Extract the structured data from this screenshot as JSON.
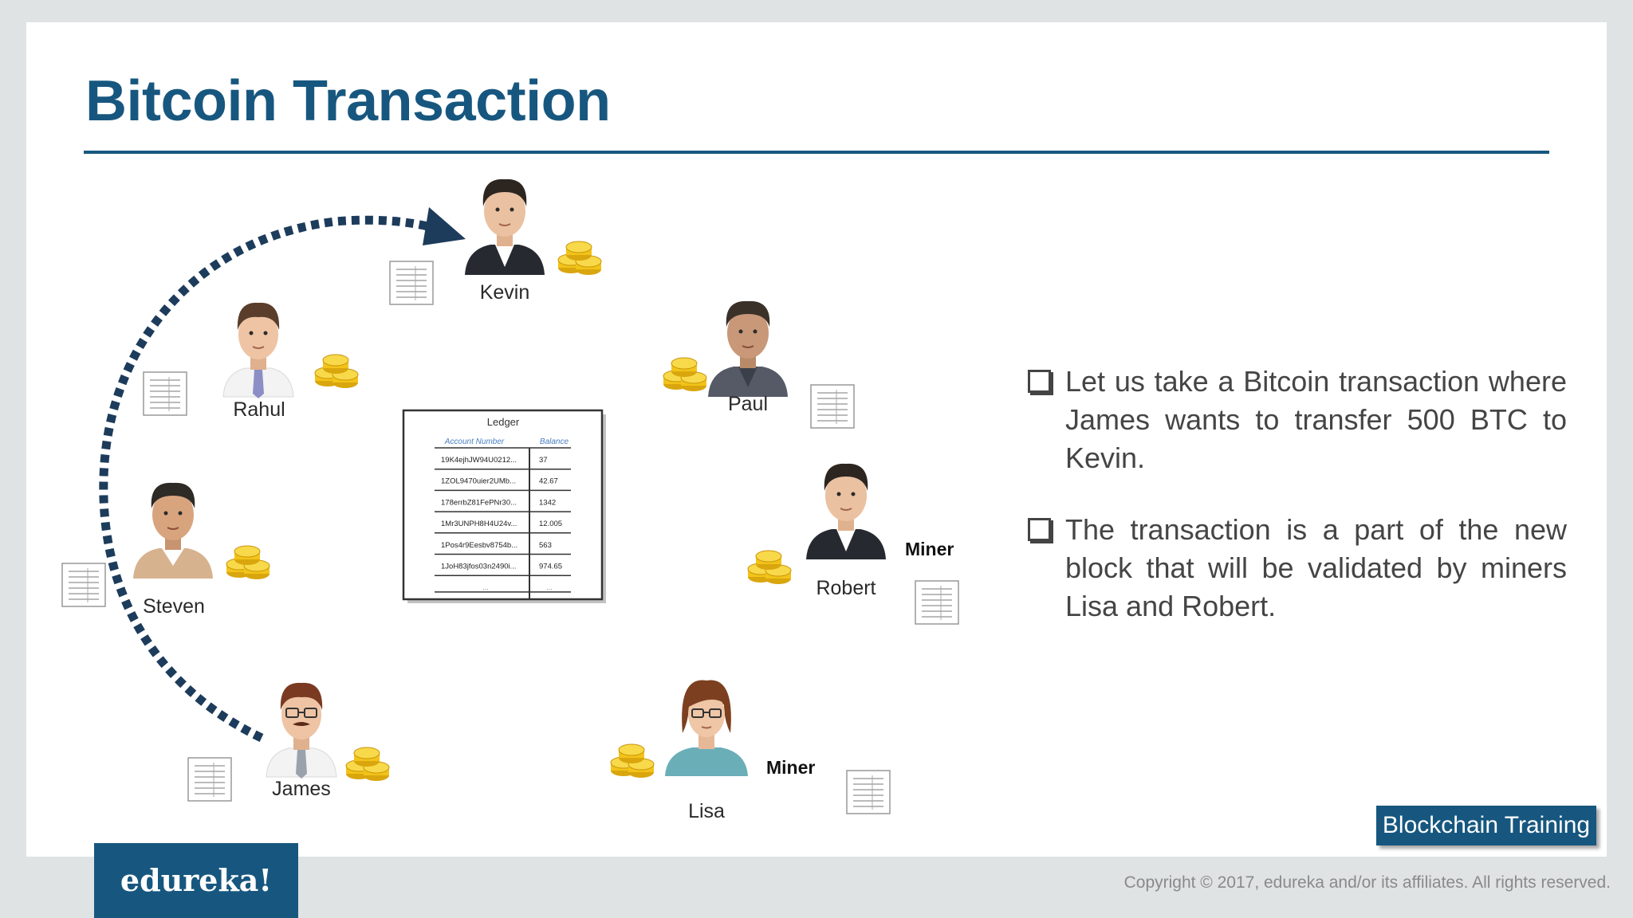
{
  "slide": {
    "title": "Bitcoin Transaction"
  },
  "people": {
    "kevin": "Kevin",
    "rahul": "Rahul",
    "paul": "Paul",
    "steven": "Steven",
    "robert": "Robert",
    "james": "James",
    "lisa": "Lisa"
  },
  "roles": {
    "robert_role": "Miner",
    "lisa_role": "Miner"
  },
  "ledger": {
    "title": "Ledger",
    "col_account": "Account Number",
    "col_balance": "Balance",
    "rows": [
      {
        "account": "19K4ejhJW94U0212...",
        "balance": "37"
      },
      {
        "account": "1ZOL9470uier2UMb...",
        "balance": "42.67"
      },
      {
        "account": "178errbZ81FePNr30...",
        "balance": "1342"
      },
      {
        "account": "1Mr3UNPH8H4U24v...",
        "balance": "12.005"
      },
      {
        "account": "1Pos4r9Eesbv8754b...",
        "balance": "563"
      },
      {
        "account": "1JoH83jfos03n2490i...",
        "balance": "974.65"
      },
      {
        "account": "...",
        "balance": "..."
      }
    ]
  },
  "bullets": [
    "Let us take a Bitcoin transaction where James wants to transfer 500 BTC to Kevin.",
    "The transaction is a part of the new block that will be validated by miners Lisa and Robert."
  ],
  "badge": "Blockchain Training",
  "logo": "edureka!",
  "copyright": "Copyright © 2017, edureka and/or its affiliates. All rights reserved.",
  "colors": {
    "brand": "#17577f",
    "arrow": "#1d3c5c",
    "coin": "#f2c318"
  }
}
